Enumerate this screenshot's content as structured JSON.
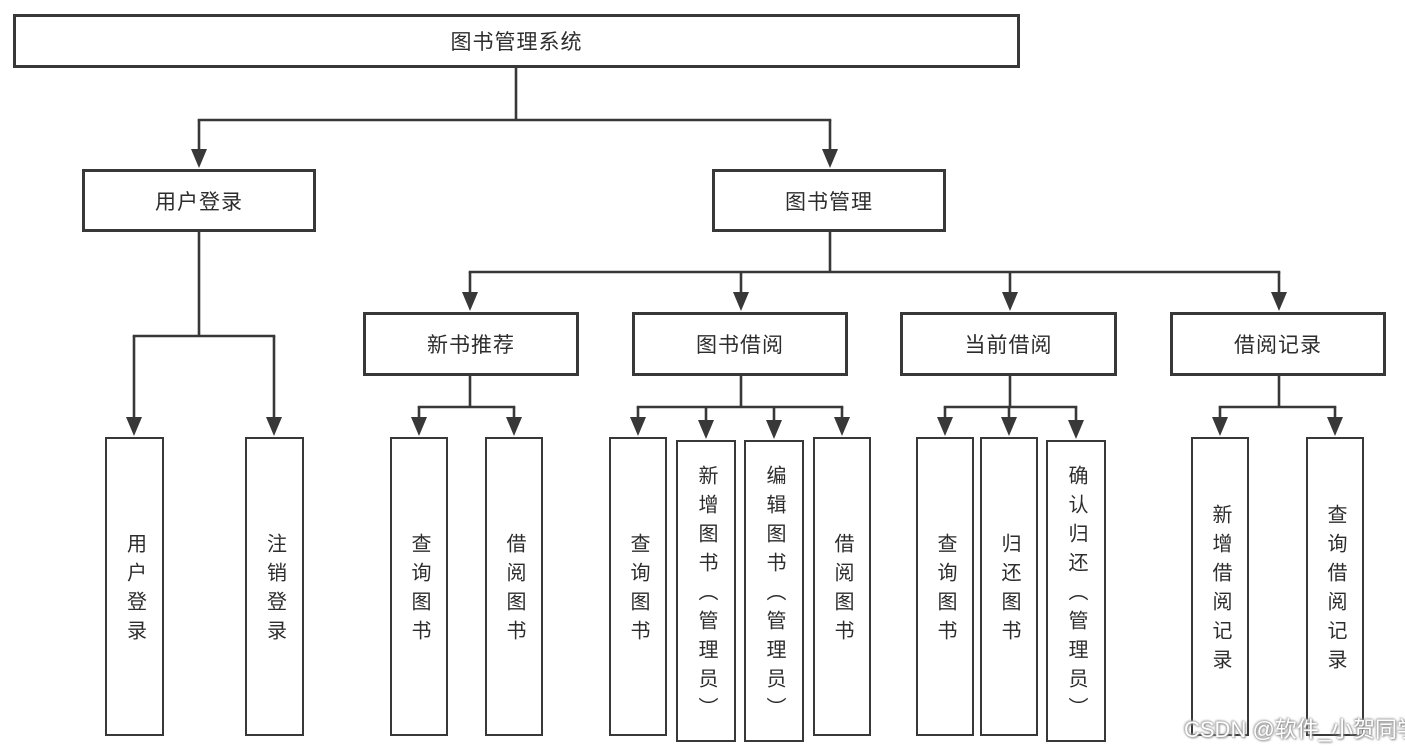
{
  "tree": {
    "label": "图书管理系统",
    "children": [
      {
        "label": "用户登录",
        "children": [
          {
            "label": "用户登录"
          },
          {
            "label": "注销登录"
          }
        ]
      },
      {
        "label": "图书管理",
        "children": [
          {
            "label": "新书推荐",
            "children": [
              {
                "label": "查询图书"
              },
              {
                "label": "借阅图书"
              }
            ]
          },
          {
            "label": "图书借阅",
            "children": [
              {
                "label": "查询图书"
              },
              {
                "label": "新增图书（管理员）"
              },
              {
                "label": "编辑图书（管理员）"
              },
              {
                "label": "借阅图书"
              }
            ]
          },
          {
            "label": "当前借阅",
            "children": [
              {
                "label": "查询图书"
              },
              {
                "label": "归还图书"
              },
              {
                "label": "确认归还（管理员）"
              }
            ]
          },
          {
            "label": "借阅记录",
            "children": [
              {
                "label": "新增借阅记录"
              },
              {
                "label": "查询借阅记录"
              }
            ]
          }
        ]
      }
    ]
  },
  "watermark": {
    "text": "CSDN @软件_小贺同学"
  },
  "colors": {
    "line": "#383838",
    "text": "#2d2d2d",
    "background": "#ffffff",
    "watermark_fill": "#ffffff",
    "watermark_shadow": "#8a8a8a"
  }
}
